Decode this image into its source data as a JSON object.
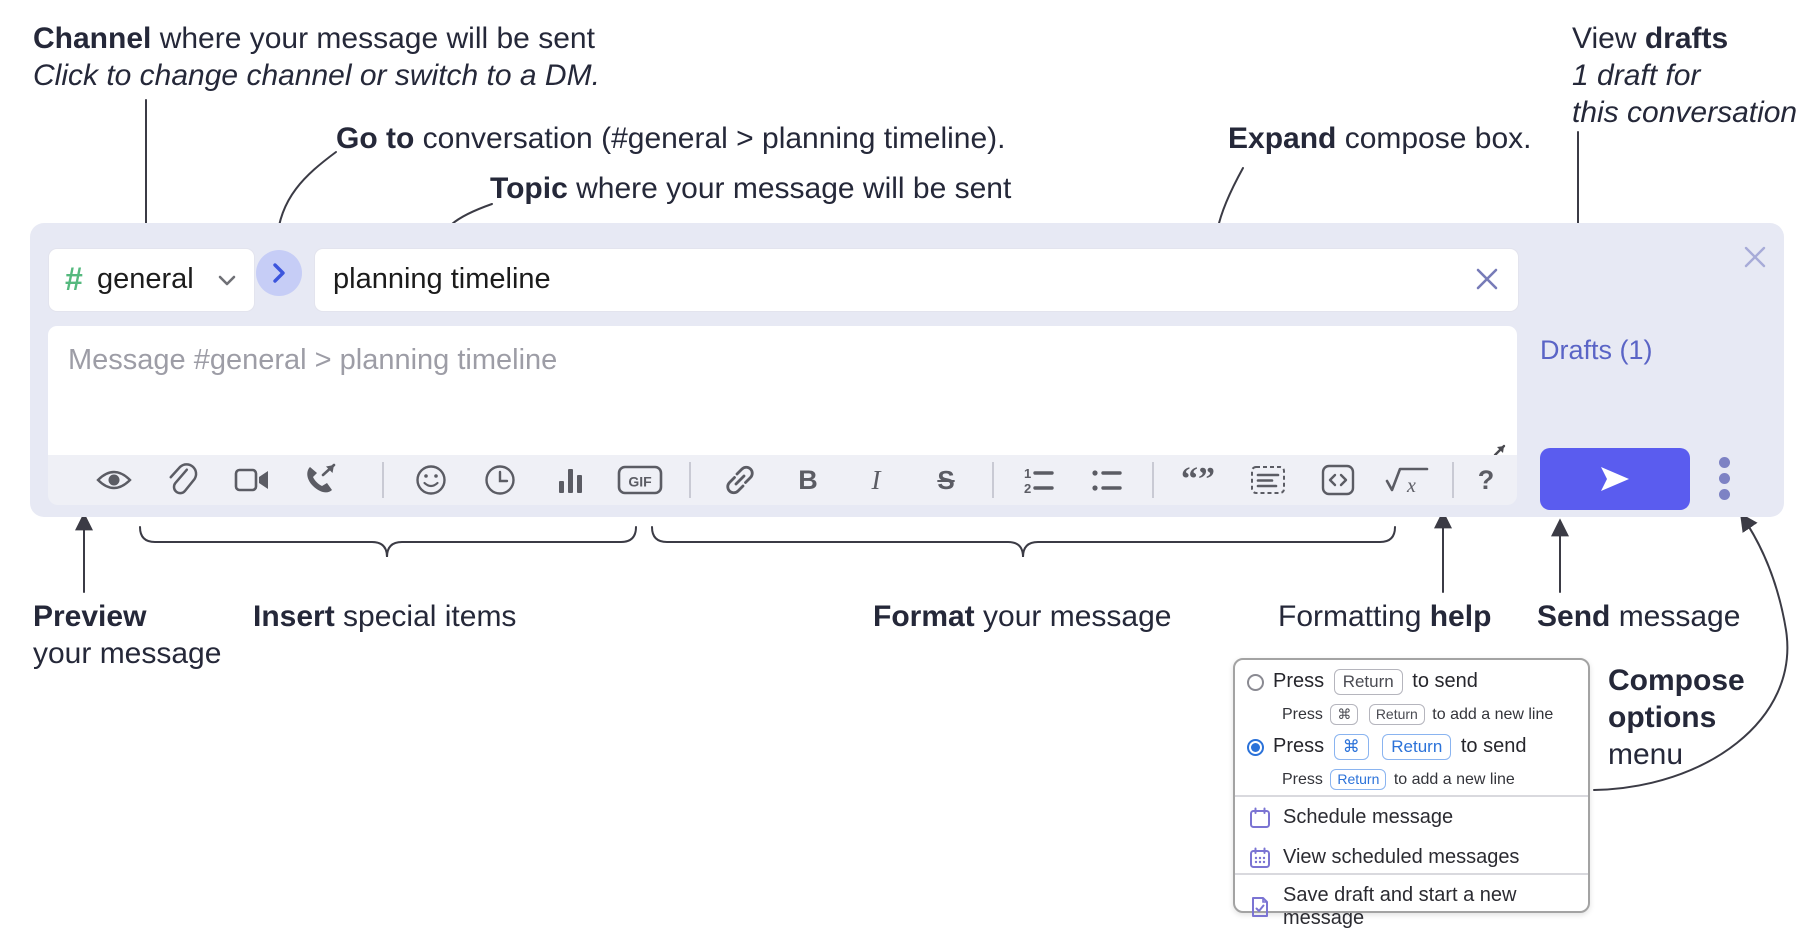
{
  "colors": {
    "compose_bg": "#e7e9f4",
    "toolbar_bg": "#eff0f6",
    "send_button": "#5a5cef",
    "drafts_link": "#5a64c6",
    "channel_hash_green": "#55b97e",
    "goto_circle_bg": "#c6cdf6",
    "goto_chevron_blue": "#3c55dd",
    "radio_selected_blue": "#2b72d9",
    "popup_icon_purple": "#7b74d3",
    "annotation_text": "#252839"
  },
  "annotations": {
    "channel": {
      "bold": "Channel",
      "rest": " where your message will be sent",
      "line2": "Click to change channel or switch to a DM."
    },
    "goto": {
      "bold": "Go to",
      "rest": " conversation (#general > planning timeline)."
    },
    "topic": {
      "bold": "Topic",
      "rest": " where your message will be sent"
    },
    "expand": {
      "bold": "Expand",
      "rest": " compose box."
    },
    "view_drafts": {
      "pre": "View ",
      "bold": "drafts",
      "line2": "1 draft for",
      "line3": "this conversation"
    },
    "preview": {
      "bold": "Preview",
      "line2": "your message"
    },
    "insert": {
      "bold": "Insert",
      "rest": " special items"
    },
    "format": {
      "bold": "Format",
      "rest": " your message"
    },
    "formatting_help": {
      "pre": "Formatting ",
      "bold": "help"
    },
    "send": {
      "bold": "Send",
      "rest": " message"
    },
    "compose_options": {
      "line1": "Compose",
      "line2": "options",
      "line3": "menu"
    }
  },
  "compose": {
    "channel_selector": {
      "hash": "#",
      "name": "general"
    },
    "topic_input": {
      "value": "planning timeline"
    },
    "message_input": {
      "placeholder": "Message #general > planning timeline"
    },
    "drafts_link": "Drafts (1)",
    "toolbar": {
      "icons": [
        "preview-eye",
        "attach-paperclip",
        "video-call",
        "audio-call",
        "emoji",
        "global-time",
        "poll",
        "gif",
        "link",
        "bold",
        "italic",
        "strikethrough",
        "numbered-list",
        "bulleted-list",
        "quote",
        "spoiler",
        "code",
        "math",
        "help"
      ],
      "glyphs": {
        "gif": "GIF",
        "bold": "B",
        "italic": "I",
        "strikethrough": "S",
        "quote": "“”",
        "help": "?",
        "math_x": "x",
        "ol_1": "1",
        "ol_2": "2"
      }
    }
  },
  "popup": {
    "option1": {
      "pre": "Press",
      "key1": "Return",
      "post": "to send",
      "sub_pre": "Press",
      "sub_key1": "⌘",
      "sub_key2": "Return",
      "sub_post": "to add a new line"
    },
    "option2": {
      "pre": "Press",
      "key1": "⌘",
      "key2": "Return",
      "post": "to send",
      "sub_pre": "Press",
      "sub_key1": "Return",
      "sub_post": "to add a new line"
    },
    "menu": {
      "schedule": "Schedule message",
      "view_scheduled": "View scheduled messages",
      "save_draft": "Save draft and start a new message"
    }
  }
}
